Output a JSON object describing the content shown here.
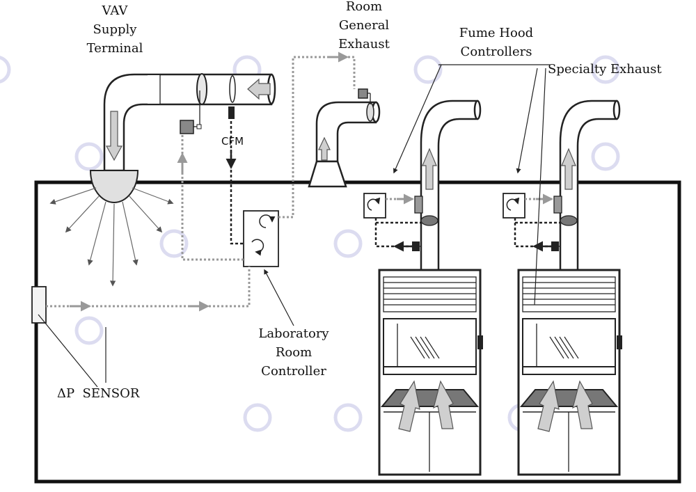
{
  "labels": {
    "vav": [
      "VAV",
      "Supply",
      "Terminal"
    ],
    "room_exhaust": [
      "Room",
      "General",
      "Exhaust"
    ],
    "fume_hood": [
      "Fume Hood",
      "Controllers"
    ],
    "specialty": "Specialty Exhaust",
    "cfm": "CFM",
    "lab_controller": [
      "Laboratory",
      "Room",
      "Controller"
    ],
    "dp_sensor": "ΔP  SENSOR"
  },
  "colors": {
    "line": "#222222",
    "signal": "#999999",
    "flow_fill": "#cfcfcf",
    "watermark": "#dcdcf0"
  }
}
